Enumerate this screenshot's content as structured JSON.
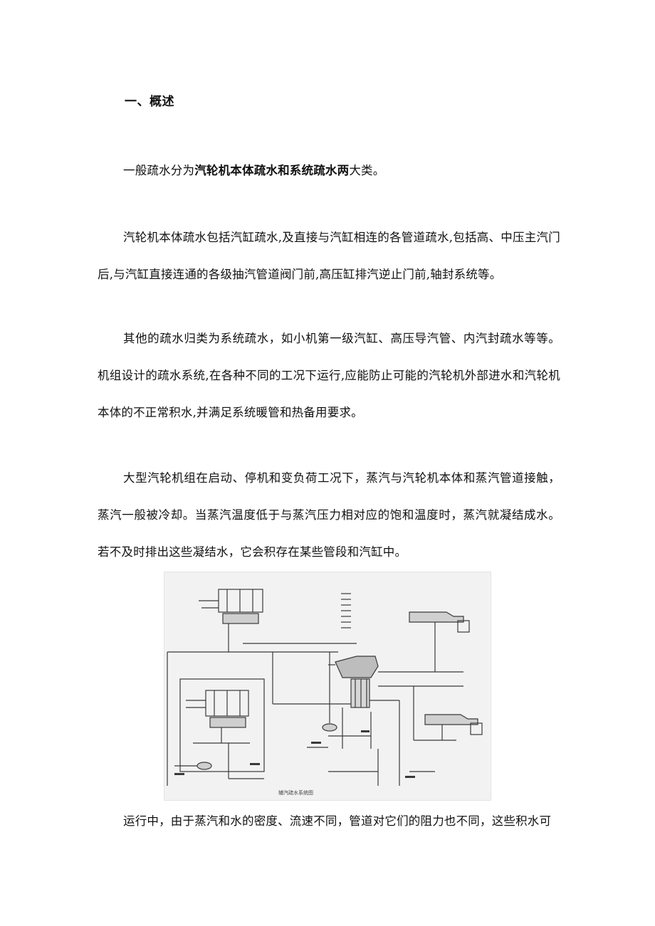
{
  "section": {
    "heading": "一、概述"
  },
  "paragraphs": {
    "p1": {
      "before": "一般疏水分为",
      "bold": "汽轮机本体疏水和系统疏水两",
      "after": "大类。"
    },
    "p2": "汽轮机本体疏水包括汽缸疏水,及直接与汽缸相连的各管道疏水,包括高、中压主汽门后,与汽缸直接连通的各级抽汽管道阀门前,高压缸排汽逆止门前,轴封系统等。",
    "p3": "其他的疏水归类为系统疏水，如小机第一级汽缸、高压导汽管、内汽封疏水等等。机组设计的疏水系统,在各种不同的工况下运行,应能防止可能的汽轮机外部进水和汽轮机本体的不正常积水,并满足系统暖管和热备用要求。",
    "p4": "大型汽轮机组在启动、停机和变负荷工况下，蒸汽与汽轮机本体和蒸汽管道接触，蒸汽一般被冷却。当蒸汽温度低于与蒸汽压力相对应的饱和温度时，蒸汽就凝结成水。若不及时排出这些凝结水，它会积存在某些管段和汽缸中。",
    "p5": "运行中，由于蒸汽和水的密度、流速不同，管道对它们的阻力也不同，这些积水可"
  },
  "figure": {
    "caption": "辅汽疏水系统图",
    "colors": {
      "background": "#f2f2f2",
      "line": "#3a3a3a"
    }
  }
}
